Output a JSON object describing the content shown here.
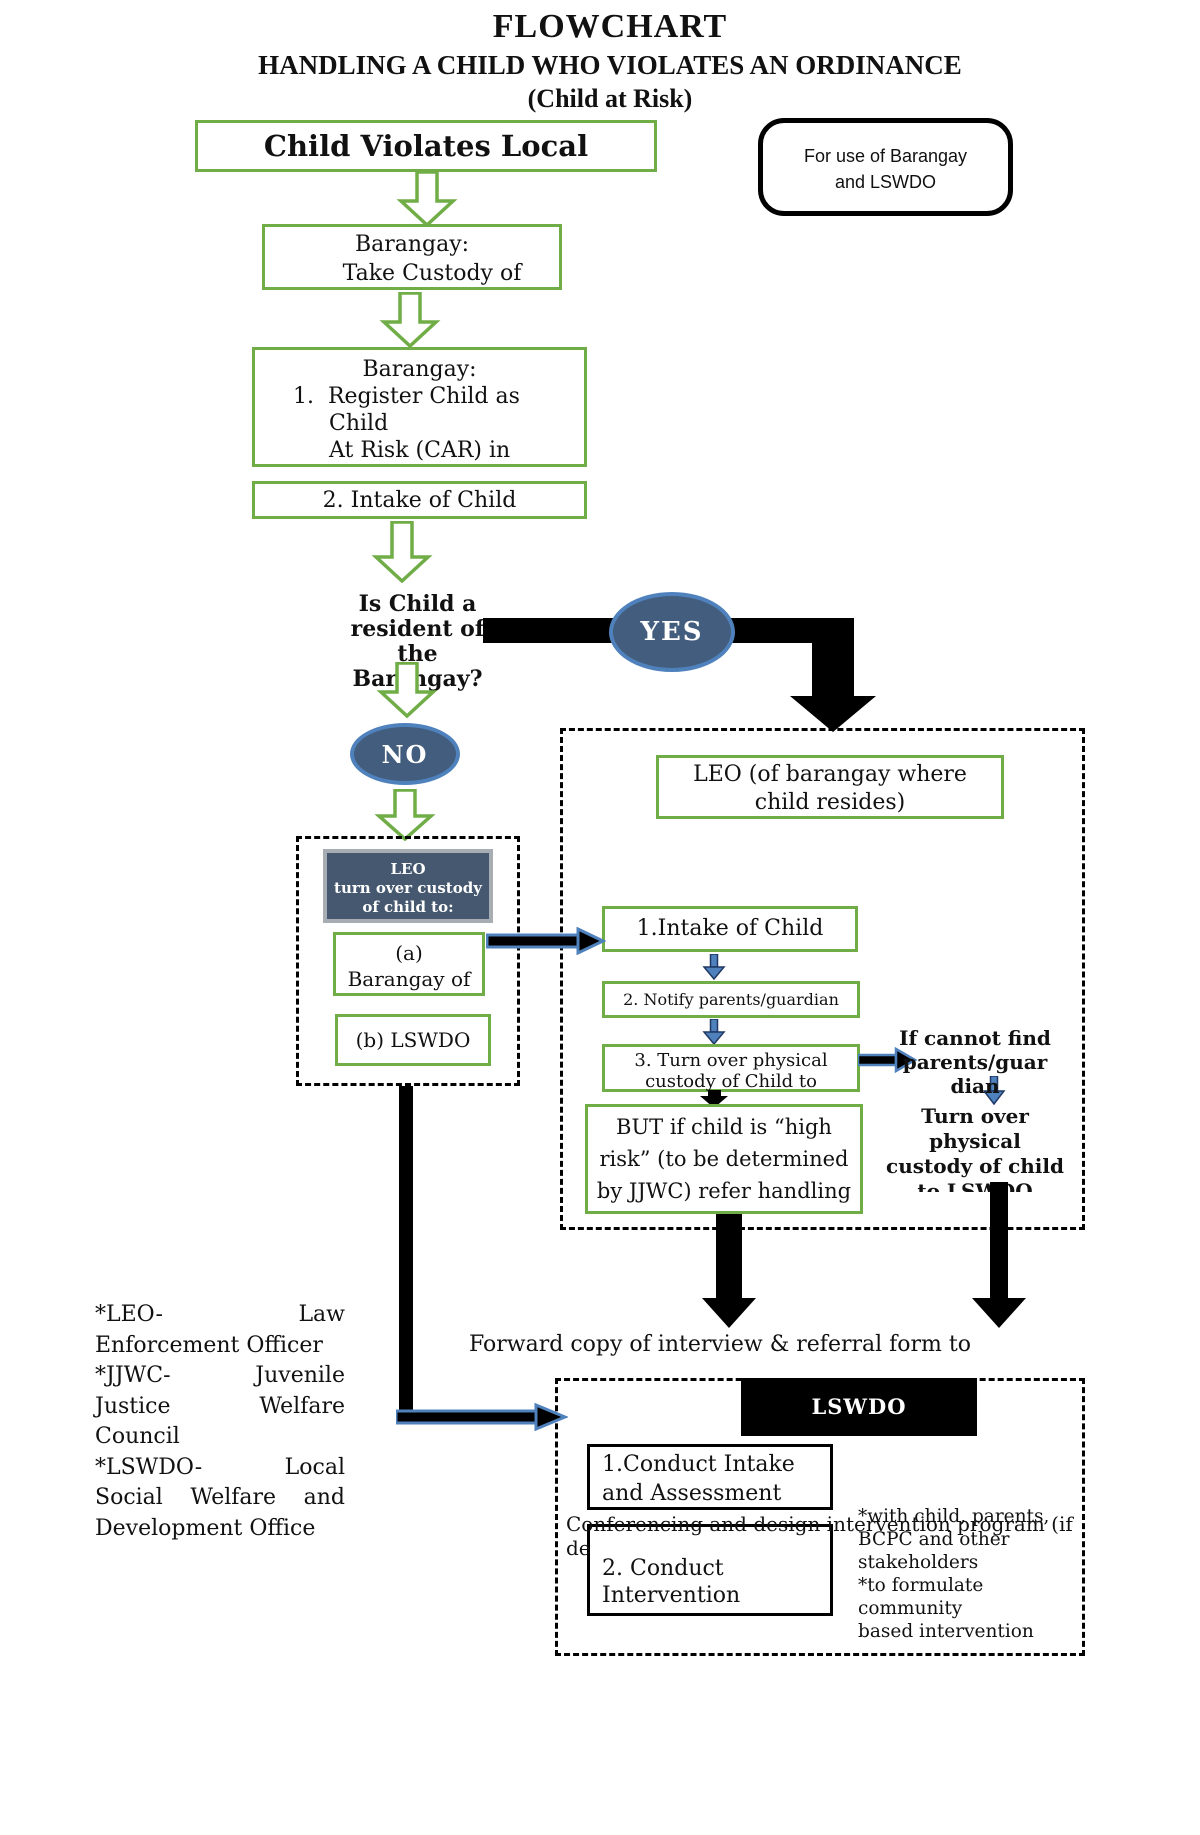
{
  "title": {
    "line1": "FLOWCHART",
    "line2": "HANDLING A CHILD WHO VIOLATES AN ORDINANCE",
    "line3": "(Child at Risk)"
  },
  "note_box": {
    "line1": "For use of Barangay",
    "line2": "and LSWDO"
  },
  "flow": {
    "start_box": "Child Violates Local",
    "custody_box": {
      "line1": "Barangay:",
      "line2": "Take Custody of"
    },
    "register_box": {
      "line1": "Barangay:",
      "line2": "1.  Register Child as",
      "line3": "Child",
      "line4": "At Risk (CAR) in"
    },
    "intake_box": "2. Intake of Child",
    "question": {
      "line1": "Is Child a",
      "line2": "resident of",
      "line3": "the",
      "line4": "Barangay?"
    },
    "yes_label": "YES",
    "no_label": "NO"
  },
  "no_branch": {
    "leo_header": {
      "line1": "LEO",
      "line2": "turn over custody",
      "line3": "of child to:"
    },
    "option_a": {
      "line1": "(a)",
      "line2": "Barangay of"
    },
    "option_b": "(b) LSWDO"
  },
  "yes_branch": {
    "leo_box": {
      "line1": "LEO (of barangay where",
      "line2": "child resides)"
    },
    "step1": "1.Intake of Child",
    "step2": "2. Notify parents/guardian",
    "step3": {
      "line1": "3. Turn over physical",
      "line2": "custody of Child to"
    },
    "but_box": {
      "line1": "BUT if child is “high",
      "line2": "risk” (to be determined",
      "line3": "by JJWC) refer handling"
    },
    "cannot_find": {
      "line1": "If cannot find",
      "line2": "parents/guar",
      "line3": "dian"
    },
    "turn_over": {
      "line1": "Turn over",
      "line2": "physical",
      "line3": "custody of child",
      "line4": "to LSWDO"
    }
  },
  "forward_text": "Forward copy of interview & referral form to",
  "lswdo": {
    "header": "LSWDO",
    "box1": {
      "line1": "1.Conduct Intake",
      "line2": "and Assessment"
    },
    "conferencing": {
      "line1": "Conferencing and design intervention program (if",
      "line2": "de"
    },
    "box2": {
      "line1": "2. Conduct",
      "line2": "Intervention"
    },
    "notes": [
      "*with child, parents,",
      "BCPC and other",
      "stakeholders",
      "*to formulate community",
      "based intervention"
    ]
  },
  "legend": {
    "lines": [
      "*LEO- Law",
      "Enforcement Officer",
      "*JJWC- Juvenile",
      "Justice Welfare",
      "Council",
      "*LSWDO- Local",
      "Social Welfare and",
      "Development Office"
    ]
  },
  "colors": {
    "green": "#70ad47",
    "ellipse_fill": "#425d7d",
    "ellipse_border": "#4f81bd",
    "slate_fill": "#46586f",
    "blue": "#4f81bd",
    "black": "#000000"
  }
}
